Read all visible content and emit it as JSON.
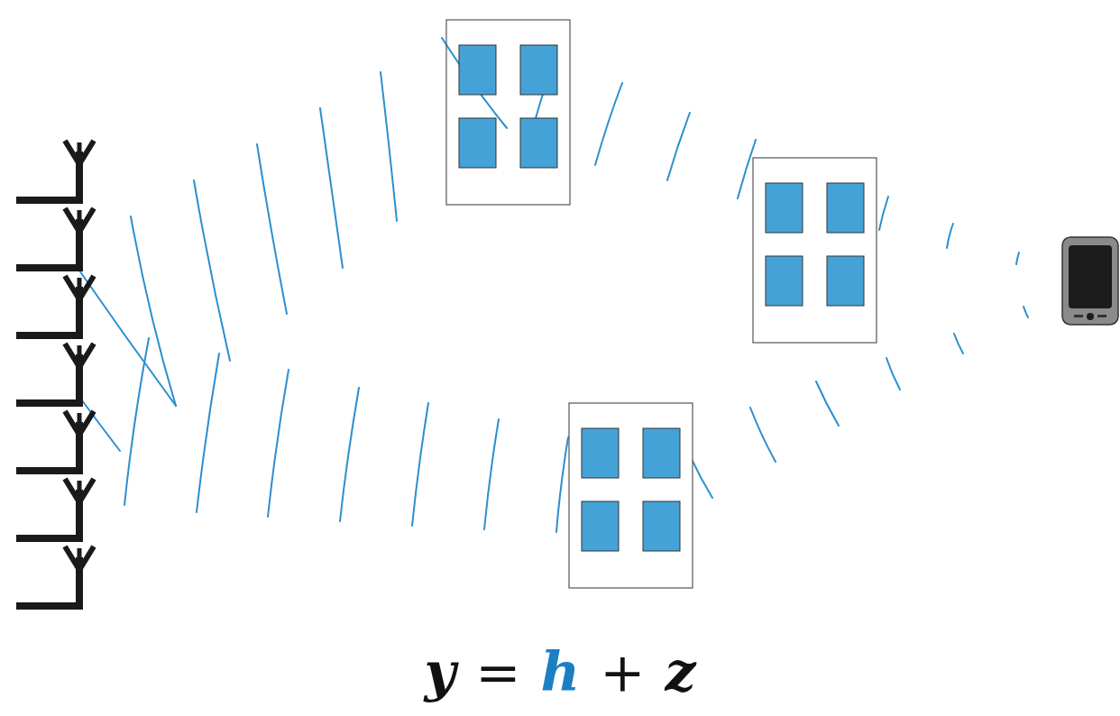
{
  "diagram": {
    "labels": [
      "y",
      "=",
      "h",
      "+",
      "z"
    ]
  }
}
